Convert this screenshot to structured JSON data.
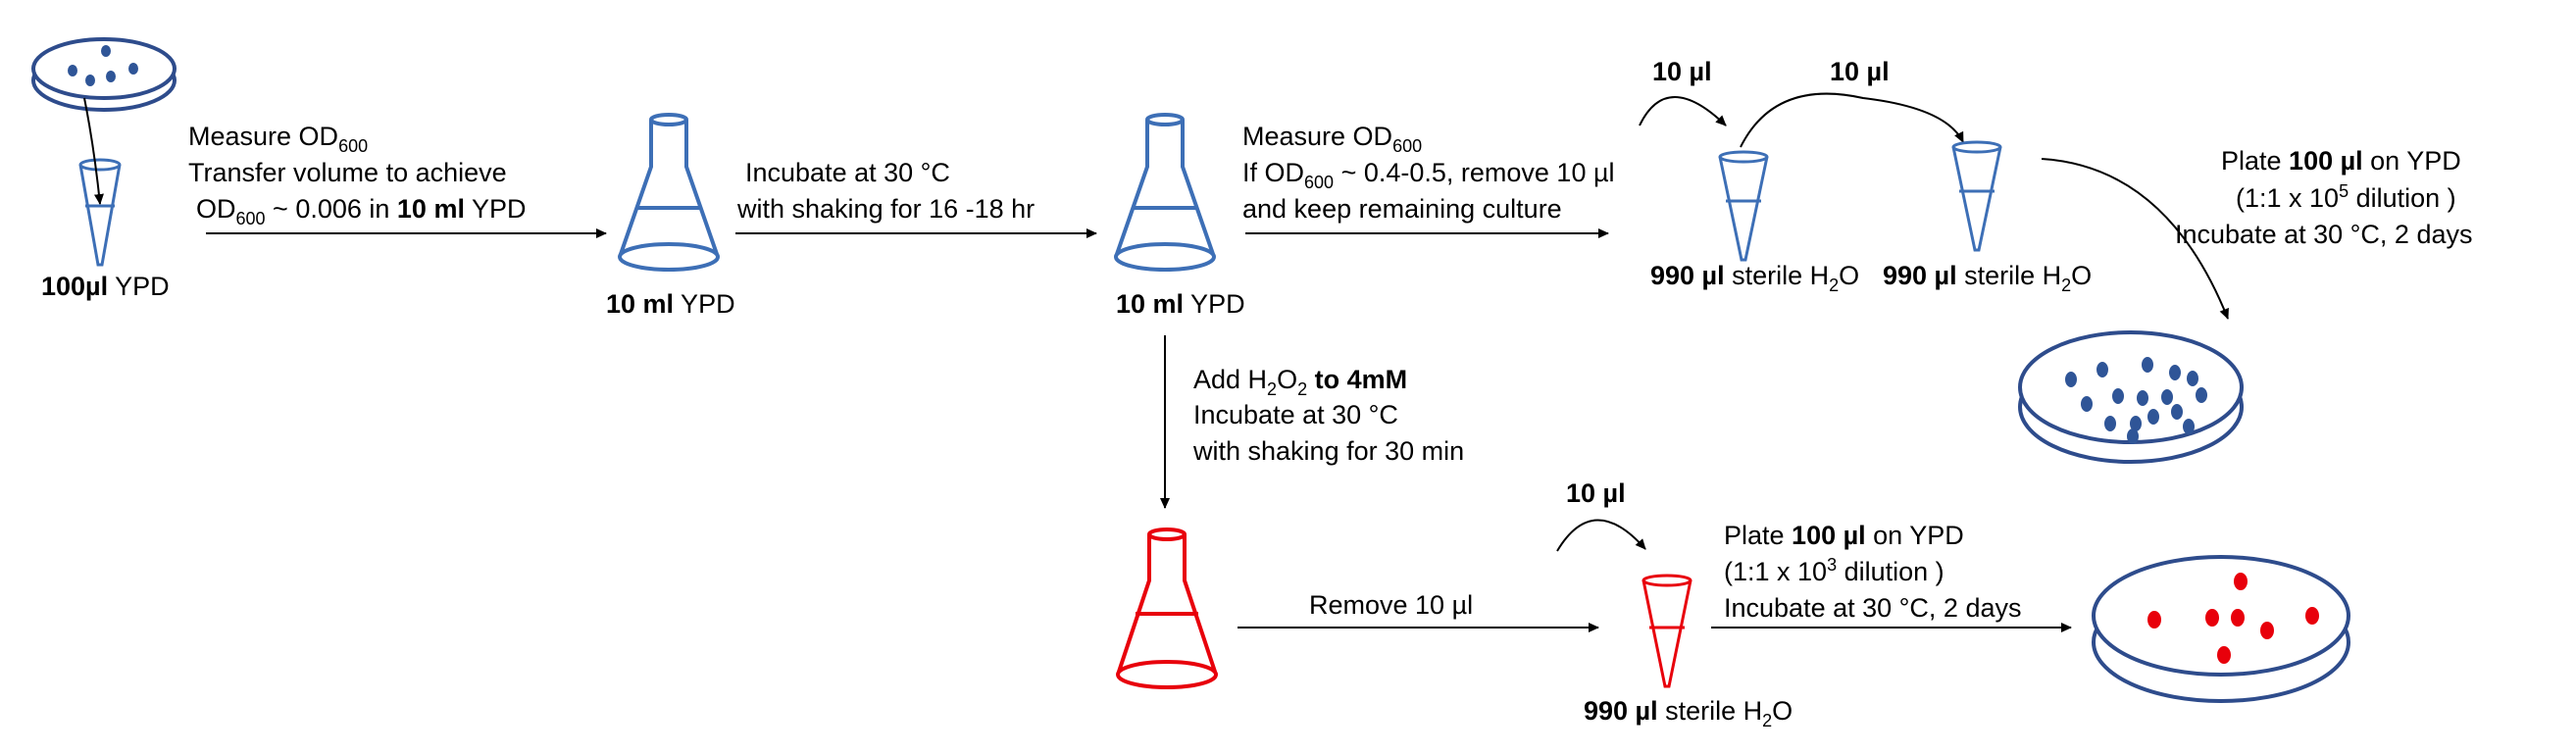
{
  "colors": {
    "flask_blue": "#3d6fb6",
    "dish_navy": "#2e4c8c",
    "colony_navy": "#2f5597",
    "stress_red": "#e8000b",
    "arrow": "#000000"
  },
  "icons": [
    "petri-dish-icon",
    "tube-icon",
    "flask-icon"
  ],
  "top_row": {
    "start_tube_label": {
      "bold": "100µl",
      "rest": " YPD"
    },
    "step1": {
      "line1_pre": "Measure OD",
      "line1_sub": "600",
      "line2": "Transfer volume to achieve",
      "line3_pre": "OD",
      "line3_sub": "600",
      "line3_mid": " ~ 0.006 in ",
      "line3_bold": "10 ml",
      "line3_post": " YPD"
    },
    "flask1_label": {
      "bold": "10 ml",
      "rest": " YPD"
    },
    "step2": {
      "line1": "Incubate at 30 °C",
      "line2": "with shaking for 16 -18 hr"
    },
    "flask2_label": {
      "bold": "10 ml",
      "rest": " YPD"
    },
    "step3": {
      "line1_pre": "Measure OD",
      "line1_sub": "600",
      "line2_pre": "If OD",
      "line2_sub": "600",
      "line2_post": " ~ 0.4-0.5, remove 10 µl",
      "line3": "and keep remaining culture"
    },
    "transfer_a": "10 µl",
    "transfer_b": "10 µl",
    "tube_a_label": {
      "bold": "990 µl",
      "rest": " sterile H",
      "sub": "2",
      "tail": "O"
    },
    "tube_b_label": {
      "bold": "990 µl",
      "rest": " sterile H",
      "sub": "2",
      "tail": "O"
    },
    "plate_text": {
      "line1_pre": "Plate ",
      "line1_bold": "100 µl",
      "line1_post": " on YPD",
      "line2_pre": "(1:1 x 10",
      "line2_sup": "5",
      "line2_post": " dilution )",
      "line3": "Incubate at 30 °C, 2 days"
    }
  },
  "bottom_row": {
    "stress_text": {
      "line1_pre": "Add H",
      "line1_sub1": "2",
      "line1_mid": "O",
      "line1_sub2": "2",
      "line1_bold": " to 4mM",
      "line2": "Incubate at 30 °C",
      "line3": "with shaking for 30 min"
    },
    "remove_label": "Remove 10 µl",
    "transfer": "10 µl",
    "tube_label": {
      "bold": "990 µl",
      "rest": " sterile H",
      "sub": "2",
      "tail": "O"
    },
    "plate_text": {
      "line1_pre": "Plate ",
      "line1_bold": "100 µl",
      "line1_post": " on YPD",
      "line2_pre": "(1:1 x 10",
      "line2_sup": "3",
      "line2_post": " dilution )",
      "line3": "Incubate at 30 °C, 2 days"
    }
  }
}
